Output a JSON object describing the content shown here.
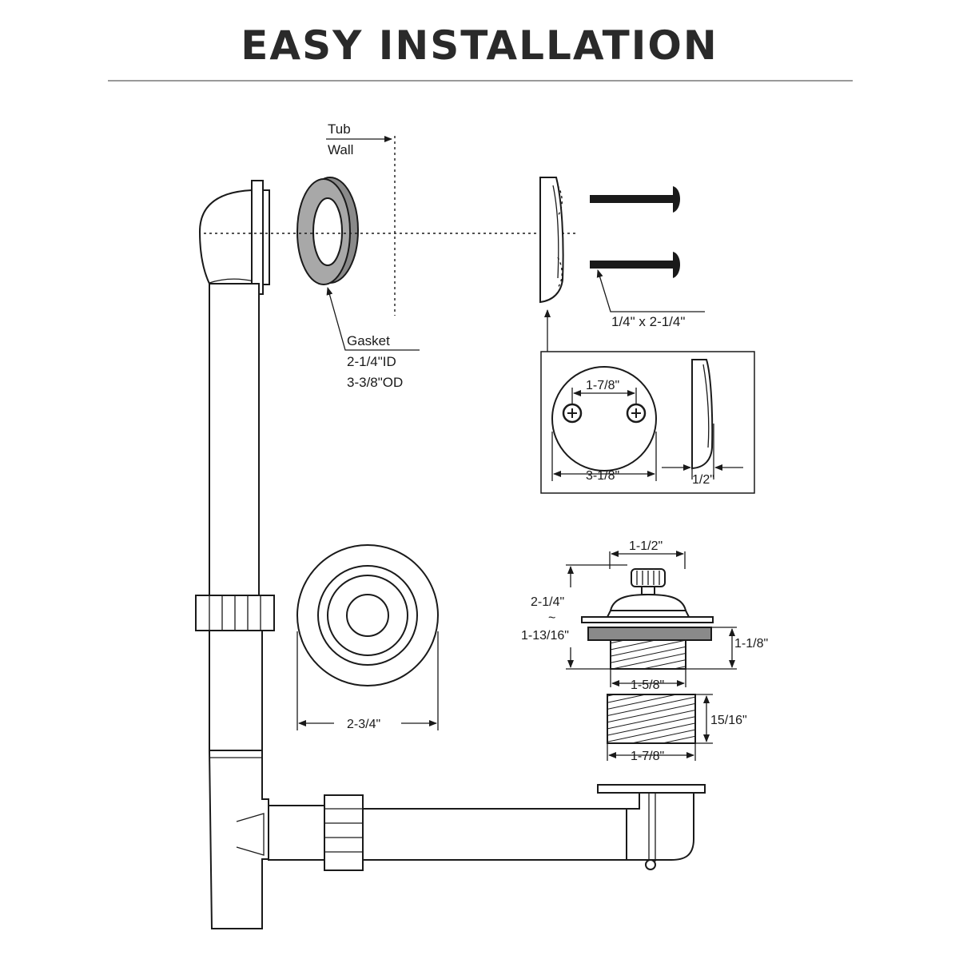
{
  "title": "EASY INSTALLATION",
  "labels": {
    "tub": "Tub",
    "wall": "Wall",
    "gasket": "Gasket",
    "gasket_id": "2-1/4\"ID",
    "gasket_od": "3-3/8\"OD",
    "screw_size": "1/4\" x 2-1/4\"",
    "faceplate_hole_spacing": "1-7/8\"",
    "faceplate_diameter": "3-1/8\"",
    "faceplate_depth": "1/2\"",
    "flange_diameter": "2-3/4\"",
    "stopper_cap": "1-1/2\"",
    "stopper_height": "2-1/4\"",
    "stopper_height_tilde": "~",
    "stopper_height_alt": "1-13/16\"",
    "stopper_body_height": "1-1/8\"",
    "stopper_thread": "1-5/8\"",
    "nut_height": "15/16\"",
    "nut_diameter": "1-7/8\""
  },
  "colors": {
    "line": "#1a1a1a",
    "gasket_fill": "#8a8a8a",
    "screw_fill": "#1a1a1a",
    "rule": "#9a9a9a"
  }
}
